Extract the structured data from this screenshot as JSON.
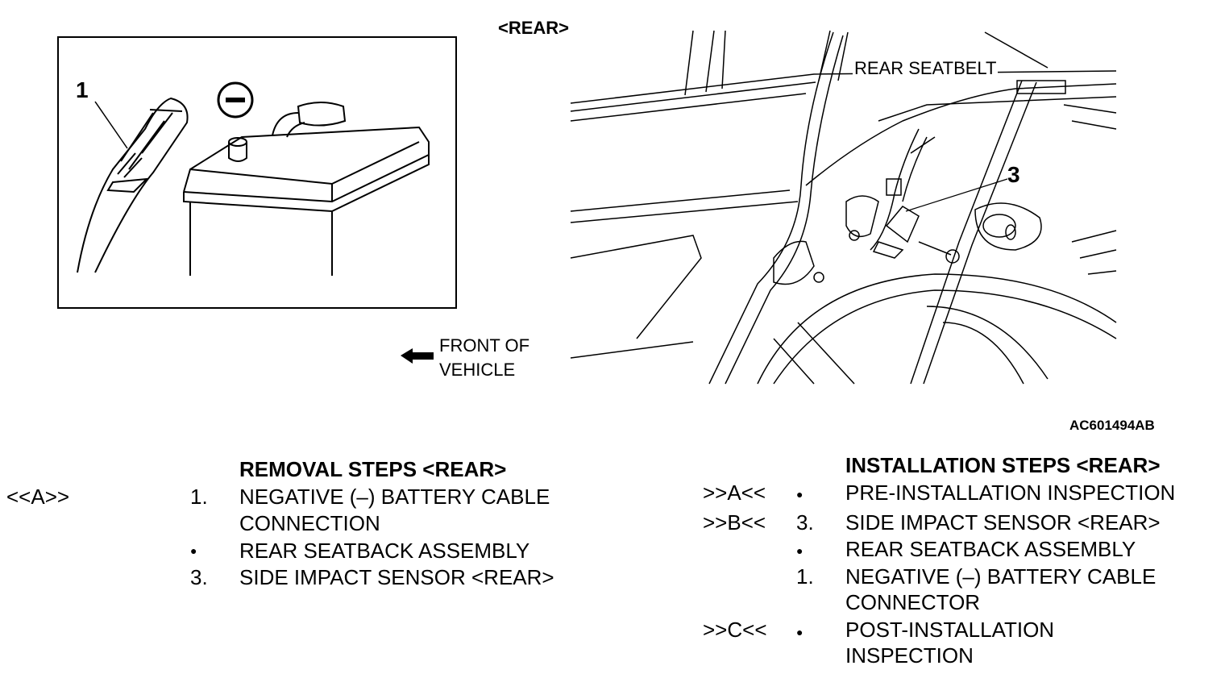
{
  "figure": {
    "rear_title": "<REAR>",
    "callout_1": "1",
    "callout_3": "3",
    "rear_seatbelt_label": "REAR SEATBELT",
    "front_of_vehicle_line1": "FRONT OF",
    "front_of_vehicle_line2": "VEHICLE",
    "figure_code": "AC601494AB"
  },
  "removal": {
    "heading": "REMOVAL STEPS <REAR>",
    "ref_mark": "<<A>>",
    "steps": [
      {
        "num": "1.",
        "line1": "NEGATIVE (–) BATTERY CABLE",
        "line2": "CONNECTION"
      },
      {
        "num": "●",
        "line1": "REAR SEATBACK ASSEMBLY"
      },
      {
        "num": "3.",
        "line1": "SIDE IMPACT SENSOR <REAR>"
      }
    ]
  },
  "installation": {
    "heading": "INSTALLATION STEPS <REAR>",
    "steps": [
      {
        "ref": ">>A<<",
        "num": "●",
        "line1": "PRE-INSTALLATION INSPECTION"
      },
      {
        "ref": ">>B<<",
        "num": "3.",
        "line1": "SIDE IMPACT SENSOR <REAR>"
      },
      {
        "ref": "",
        "num": "●",
        "line1": "REAR SEATBACK ASSEMBLY"
      },
      {
        "ref": "",
        "num": "1.",
        "line1": "NEGATIVE (–) BATTERY CABLE",
        "line2": "CONNECTOR"
      },
      {
        "ref": ">>C<<",
        "num": "●",
        "line1": "POST-INSTALLATION",
        "line2": "INSPECTION"
      }
    ]
  }
}
